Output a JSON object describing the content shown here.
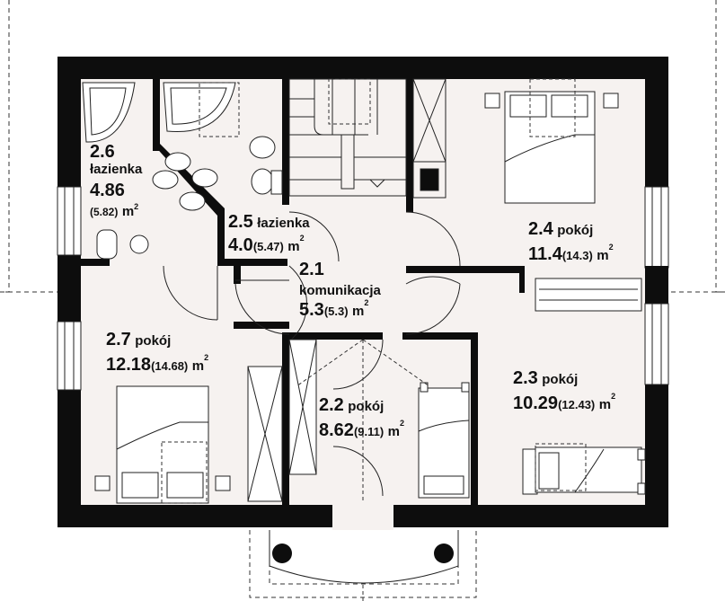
{
  "rooms": [
    {
      "id": "r21",
      "number": "2.1",
      "name": "komunikacja",
      "area": "5.3",
      "area_gross": "(5.3)",
      "unit": "m",
      "sup": "2"
    },
    {
      "id": "r22",
      "number": "2.2",
      "name": "pokój",
      "area": "8.62",
      "area_gross": "(9.11)",
      "unit": "m",
      "sup": "2"
    },
    {
      "id": "r23",
      "number": "2.3",
      "name": "pokój",
      "area": "10.29",
      "area_gross": "(12.43)",
      "unit": "m",
      "sup": "2"
    },
    {
      "id": "r24",
      "number": "2.4",
      "name": "pokój",
      "area": "11.4",
      "area_gross": "(14.3)",
      "unit": "m",
      "sup": "2"
    },
    {
      "id": "r25",
      "number": "2.5",
      "name": "łazienka",
      "area": "4.0",
      "area_gross": "(5.47)",
      "unit": "m",
      "sup": "2"
    },
    {
      "id": "r26",
      "number": "2.6",
      "name": "łazienka",
      "area": "4.86",
      "area_gross": "(5.82)",
      "unit": "m",
      "sup": "2"
    },
    {
      "id": "r27",
      "number": "2.7",
      "name": "pokój",
      "area": "12.18",
      "area_gross": "(14.68)",
      "unit": "m",
      "sup": "2"
    }
  ],
  "colors": {
    "wall": "#0d0d0d",
    "floor": "#f6f2f0",
    "line": "#222222",
    "dash": "#333333",
    "background": "#ffffff"
  }
}
